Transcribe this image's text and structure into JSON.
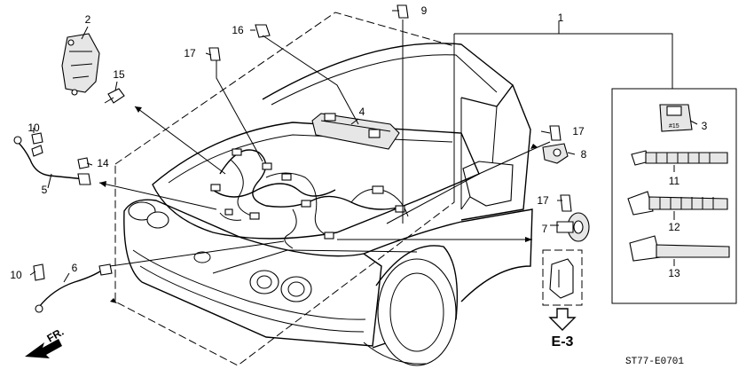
{
  "callouts": {
    "c1": "1",
    "c2": "2",
    "c3": "3",
    "c4": "4",
    "c5": "5",
    "c6": "6",
    "c7": "7",
    "c8": "8",
    "c9": "9",
    "c10a": "10",
    "c10b": "10",
    "c11": "11",
    "c12": "12",
    "c13": "13",
    "c14": "14",
    "c15": "15",
    "c16": "16",
    "c17a": "17",
    "c17b": "17",
    "c17c": "17"
  },
  "clip_marking": "#15",
  "ref_section": "E-3",
  "direction_label": "FR.",
  "diagram_code": "ST77-E0701"
}
